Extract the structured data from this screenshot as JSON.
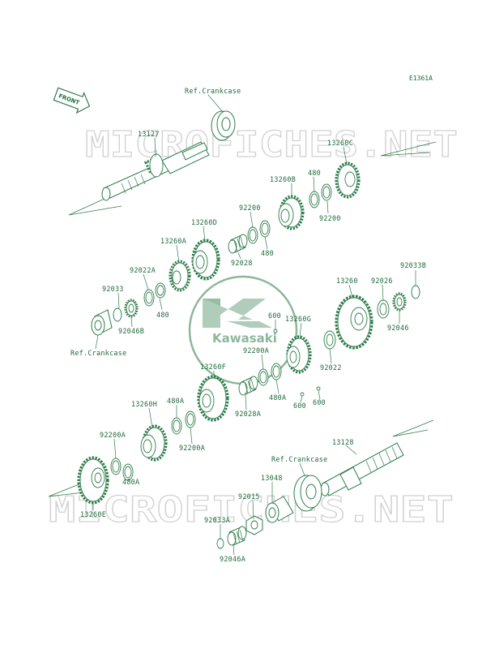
{
  "diagram_code": "E1361A",
  "front_label": "FRONT",
  "watermark": "MICROFICHES.NET",
  "brand": "Kawasaki",
  "colors": {
    "line": "#2f7d4b",
    "text": "#1e6a3a",
    "watermark": "#d2d2d2"
  },
  "labels": [
    {
      "text": "Ref.Crankcase"
    },
    {
      "text": "13127"
    },
    {
      "text": "13260C"
    },
    {
      "text": "480"
    },
    {
      "text": "13260B"
    },
    {
      "text": "92200"
    },
    {
      "text": "92200"
    },
    {
      "text": "13260D"
    },
    {
      "text": "13260A"
    },
    {
      "text": "92028"
    },
    {
      "text": "480"
    },
    {
      "text": "92022A"
    },
    {
      "text": "92033"
    },
    {
      "text": "480"
    },
    {
      "text": "92046B"
    },
    {
      "text": "Ref.Crankcase"
    },
    {
      "text": "92033B"
    },
    {
      "text": "13260"
    },
    {
      "text": "92026"
    },
    {
      "text": "92046"
    },
    {
      "text": "600"
    },
    {
      "text": "13260G"
    },
    {
      "text": "92200A"
    },
    {
      "text": "92022"
    },
    {
      "text": "13260F"
    },
    {
      "text": "480A"
    },
    {
      "text": "92028A"
    },
    {
      "text": "600"
    },
    {
      "text": "600"
    },
    {
      "text": "480A"
    },
    {
      "text": "13260H"
    },
    {
      "text": "92200A"
    },
    {
      "text": "92200A"
    },
    {
      "text": "480A"
    },
    {
      "text": "13260E"
    },
    {
      "text": "13128"
    },
    {
      "text": "Ref.Crankcase"
    },
    {
      "text": "13048"
    },
    {
      "text": "92015"
    },
    {
      "text": "92033A"
    },
    {
      "text": "92046A"
    }
  ]
}
